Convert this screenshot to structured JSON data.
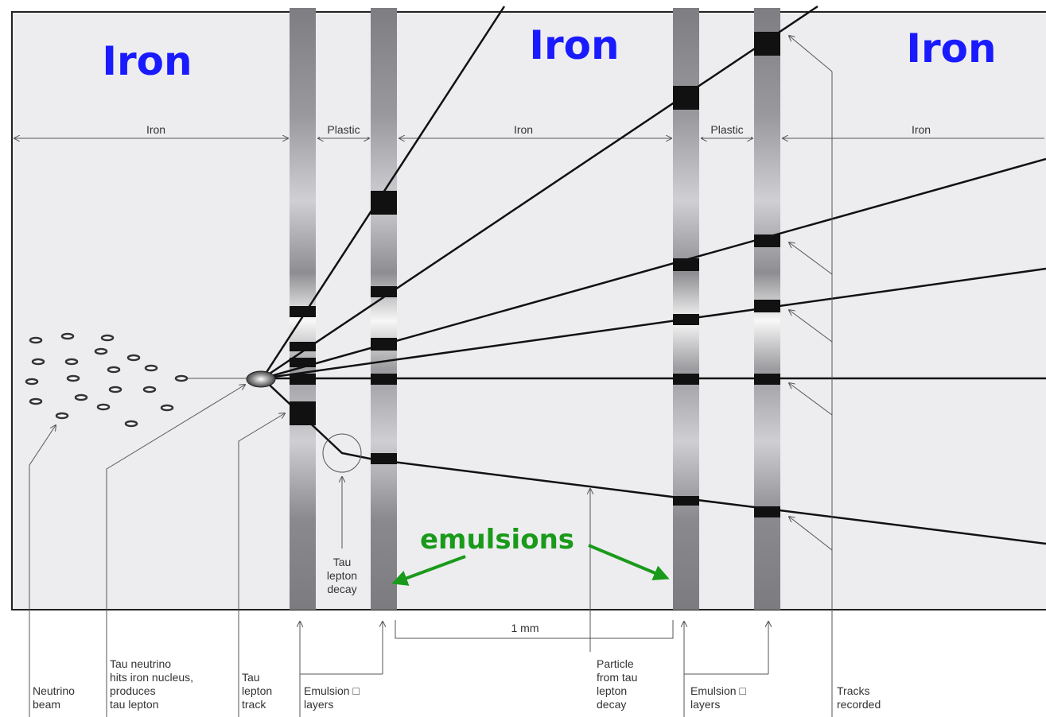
{
  "overlay_titles": {
    "left": "Iron",
    "middle": "Iron",
    "right": "Iron"
  },
  "region_labels": {
    "iron_1": "Iron",
    "plastic_1": "Plastic",
    "iron_2": "Iron",
    "plastic_2": "Plastic",
    "iron_3": "Iron"
  },
  "scale_label": "1 mm",
  "tau_decay_label": [
    "Tau",
    "lepton",
    "decay"
  ],
  "emulsions_label": "emulsions",
  "bottom_labels": {
    "neutrino_beam": [
      "Neutrino",
      "beam"
    ],
    "tau_neutrino_hits": [
      "Tau neutrino",
      "hits iron nucleus,",
      "produces",
      "tau lepton"
    ],
    "tau_lepton_track": [
      "Tau",
      "lepton",
      "track"
    ],
    "emulsion_layers_1": [
      "Emulsion □",
      "layers"
    ],
    "particle_from_tau": [
      "Particle",
      "from tau",
      "lepton",
      "decay"
    ],
    "emulsion_layers_2": [
      "Emulsion □",
      "layers"
    ],
    "tracks_recorded": [
      "Tracks",
      "recorded"
    ]
  },
  "colors": {
    "overlay_title": "#1a1aff",
    "emulsions_annotation": "#1a9a1a",
    "panel": "#ededf0"
  }
}
